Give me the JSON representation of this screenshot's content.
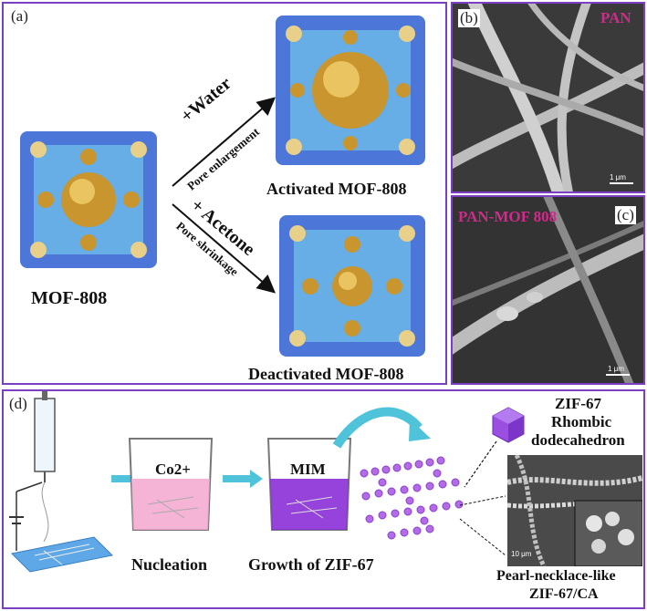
{
  "panel_a": {
    "label": "(a)",
    "mof_label": "MOF-808",
    "activated_label": "Activated MOF-808",
    "deactivated_label": "Deactivated MOF-808",
    "water_label": "+Water",
    "pore_enlargement": "Pore enlargement",
    "acetone_label": "+ Acetone",
    "pore_shrinkage": "Pore shrinkage"
  },
  "panel_b": {
    "label": "(b)",
    "material": "PAN",
    "scale": "1 μm"
  },
  "panel_c": {
    "label": "(c)",
    "material": "PAN-MOF 808",
    "scale": "1 μm"
  },
  "panel_d": {
    "label": "(d)",
    "ion_label": "Co2+",
    "mim_label": "MIM",
    "nucleation": "Nucleation",
    "growth": "Growth of ZIF-67",
    "zif_title_1": "ZIF-67",
    "zif_title_2": "Rhombic",
    "zif_title_3": "dodecahedron",
    "pearl_1": "Pearl-necklace-like",
    "pearl_2": "ZIF-67/CA",
    "sem_scale": "10 μm"
  },
  "colors": {
    "frame": "#7a3fc2",
    "sem_label": "#d22a8c",
    "arrow": "#4fc3d9",
    "pink_solution": "#f3a6cf",
    "purple_solution": "#8a2fd6",
    "polyhedron": "#9b4fe0"
  }
}
